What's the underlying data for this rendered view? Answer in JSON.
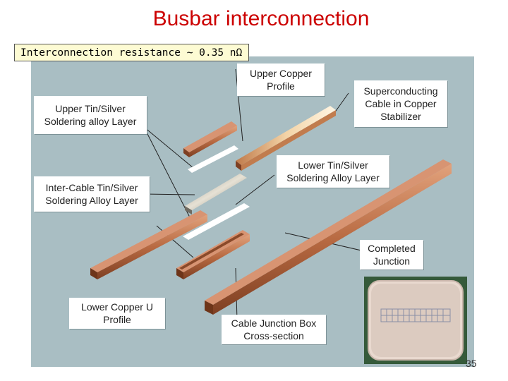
{
  "title": "Busbar interconnection",
  "note": "Interconnection resistance ~ 0.35 nΩ",
  "page_number": "35",
  "labels": {
    "upper_copper_profile": "Upper Copper\nProfile",
    "superconducting_cable": "Superconducting\nCable in Copper\nStabilizer",
    "upper_tin_silver": "Upper Tin/Silver\nSoldering alloy Layer",
    "lower_tin_silver": "Lower Tin/Silver\nSoldering Alloy Layer",
    "inter_cable_tin_silver": "Inter-Cable Tin/Silver\nSoldering Alloy Layer",
    "completed_junction": "Completed\nJunction",
    "lower_copper_u_profile": "Lower Copper U\nProfile",
    "cable_junction_box": "Cable Junction Box\nCross-section"
  },
  "colors": {
    "title": "#cc0000",
    "background": "#a9bec3",
    "copper": "#b86a42",
    "note_background": "#fdfbd3"
  }
}
